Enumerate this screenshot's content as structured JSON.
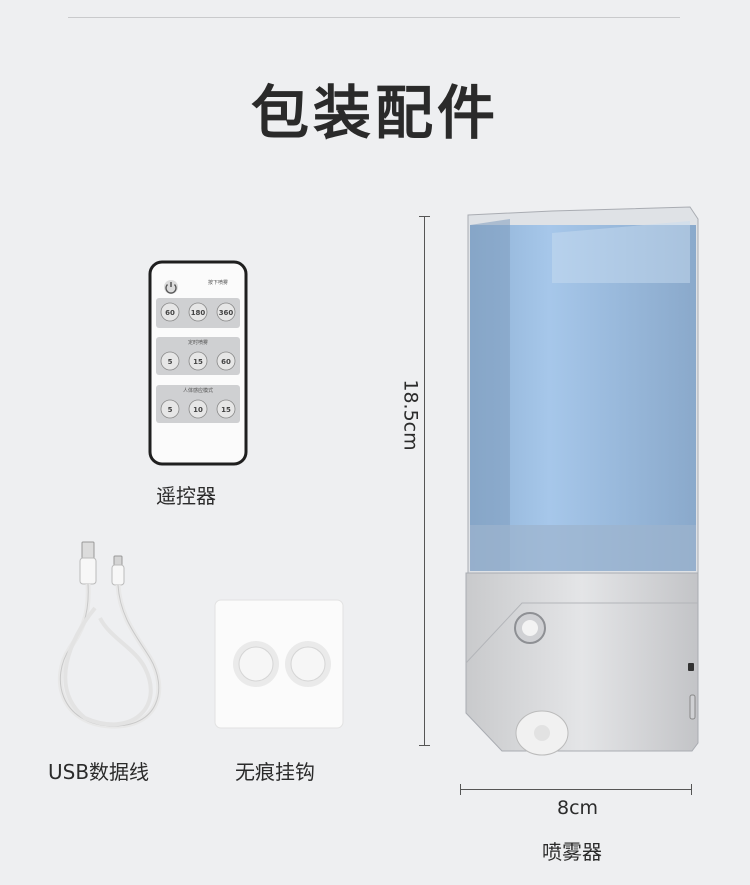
{
  "title": "包装配件",
  "items": {
    "remote": {
      "label": "遥控器",
      "panel_heading_1": "按下喷雾",
      "panel_heading_2": "定时喷雾",
      "panel_heading_3": "人体感应模式",
      "button_row_1": [
        "60",
        "180",
        "360"
      ],
      "button_row_2": [
        "5",
        "15",
        "60"
      ],
      "button_row_3": [
        "5",
        "10",
        "15"
      ]
    },
    "cable": {
      "label": "USB数据线"
    },
    "hook": {
      "label": "无痕挂钩"
    },
    "sprayer": {
      "label": "喷雾器",
      "height": "18.5cm",
      "width": "8cm"
    }
  }
}
